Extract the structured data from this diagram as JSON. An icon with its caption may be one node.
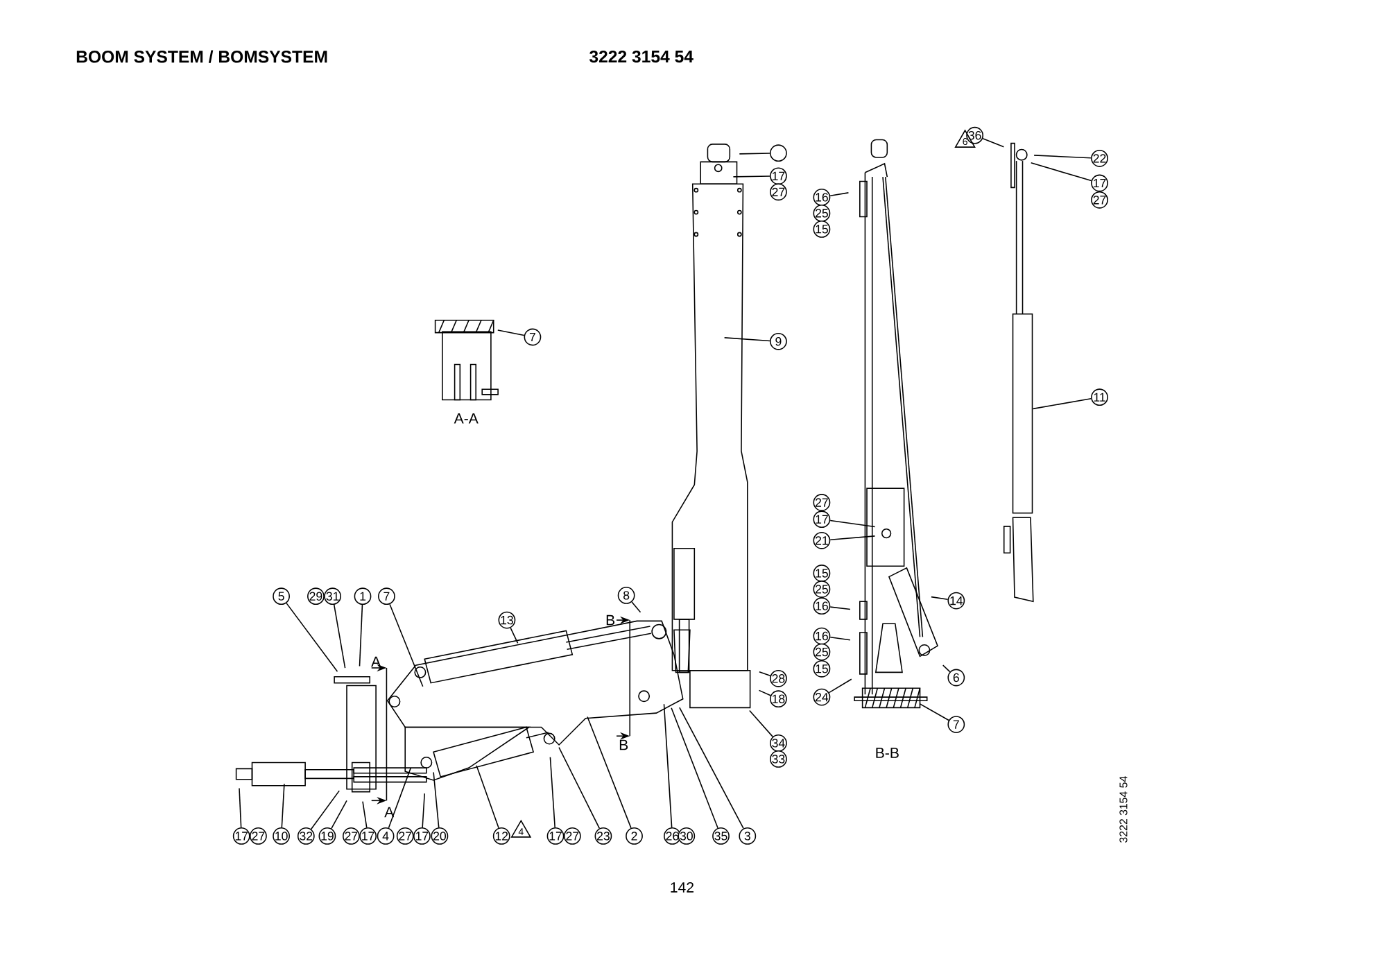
{
  "diagram": {
    "title": "BOOM SYSTEM / BOMSYSTEM",
    "nodes": [
      {
        "text": [
          "36"
        ]
      },
      {
        "text": [
          "6"
        ]
      },
      {
        "text": [],
        "shape": "circle"
      },
      {
        "text": [
          "22"
        ]
      },
      {
        "text": [
          "17"
        ]
      },
      {
        "text": [
          "17"
        ]
      },
      {
        "text": [
          "27"
        ]
      },
      {
        "text": [
          "16"
        ]
      },
      {
        "text": [
          "27"
        ]
      },
      {
        "text": [
          "25"
        ]
      },
      {
        "text": [
          "15"
        ]
      },
      {
        "text": [
          "7"
        ]
      },
      {
        "text": [
          "9"
        ]
      },
      {
        "text": [
          "11"
        ]
      },
      {
        "text": [
          "27"
        ]
      },
      {
        "text": [
          "17"
        ]
      },
      {
        "text": [
          "21"
        ]
      },
      {
        "text": [
          "15"
        ]
      },
      {
        "text": [
          "25"
        ]
      },
      {
        "text": [
          "5"
        ]
      },
      {
        "text": [
          "29"
        ]
      },
      {
        "text": [
          "31"
        ]
      },
      {
        "text": [
          "1"
        ]
      },
      {
        "text": [
          "7"
        ]
      },
      {
        "text": [
          "8"
        ]
      },
      {
        "text": [
          "14"
        ]
      },
      {
        "text": [
          "16"
        ]
      },
      {
        "text": [
          "13"
        ]
      },
      {
        "text": [
          "16"
        ]
      },
      {
        "text": [
          "25"
        ]
      },
      {
        "text": [
          "15"
        ]
      },
      {
        "text": [
          "6"
        ]
      },
      {
        "text": [
          "28"
        ]
      },
      {
        "text": [
          "24"
        ]
      },
      {
        "text": [
          "18"
        ]
      },
      {
        "text": [
          "7"
        ]
      },
      {
        "text": [
          "34"
        ]
      },
      {
        "text": [
          "33"
        ]
      },
      {
        "text": [
          "4"
        ]
      },
      {
        "text": [
          "17"
        ]
      },
      {
        "text": [
          "27"
        ]
      },
      {
        "text": [
          "10"
        ]
      },
      {
        "text": [
          "32"
        ]
      },
      {
        "text": [
          "19"
        ]
      },
      {
        "text": [
          "27"
        ]
      },
      {
        "text": [
          "17"
        ]
      },
      {
        "text": [
          "4"
        ]
      },
      {
        "text": [
          "27"
        ]
      },
      {
        "text": [
          "17"
        ]
      },
      {
        "text": [
          "20"
        ]
      },
      {
        "text": [
          "12"
        ]
      },
      {
        "text": [
          "17"
        ]
      },
      {
        "text": [
          "27"
        ]
      },
      {
        "text": [
          "23"
        ]
      },
      {
        "text": [
          "2"
        ]
      },
      {
        "text": [
          "26"
        ]
      },
      {
        "text": [
          "30"
        ]
      },
      {
        "text": [
          "35"
        ]
      },
      {
        "text": [
          "3"
        ]
      }
    ],
    "edges": [
      {
        "from": 0,
        "to": null,
        "arrow": "none"
      },
      {
        "from": 2,
        "to": null,
        "arrow": "none"
      },
      {
        "from": 3,
        "to": null,
        "arrow": "none"
      },
      {
        "from": 4,
        "to": null,
        "arrow": "none"
      },
      {
        "from": 5,
        "to": null,
        "arrow": "none"
      },
      {
        "from": 7,
        "to": null,
        "arrow": "none"
      },
      {
        "from": 11,
        "to": null,
        "arrow": "none"
      },
      {
        "from": 12,
        "to": null,
        "arrow": "none"
      },
      {
        "from": 13,
        "to": null,
        "arrow": "none"
      },
      {
        "from": 15,
        "to": null,
        "arrow": "none"
      },
      {
        "from": 16,
        "to": null,
        "arrow": "none"
      },
      {
        "from": 19,
        "to": null,
        "arrow": "none"
      },
      {
        "from": 21,
        "to": null,
        "arrow": "none"
      },
      {
        "from": 22,
        "to": null,
        "arrow": "none"
      },
      {
        "from": 23,
        "to": null,
        "arrow": "none"
      },
      {
        "from": 24,
        "to": null,
        "arrow": "none"
      },
      {
        "from": 25,
        "to": null,
        "arrow": "none"
      },
      {
        "from": 26,
        "to": null,
        "arrow": "none"
      },
      {
        "from": 27,
        "to": null,
        "arrow": "none"
      },
      {
        "from": 28,
        "to": null,
        "arrow": "none"
      },
      {
        "from": 31,
        "to": null,
        "arrow": "none"
      },
      {
        "from": 32,
        "to": null,
        "arrow": "none"
      },
      {
        "from": 33,
        "to": null,
        "arrow": "none"
      },
      {
        "from": 34,
        "to": null,
        "arrow": "none"
      },
      {
        "from": 35,
        "to": null,
        "arrow": "none"
      },
      {
        "from": 36,
        "to": null,
        "arrow": "none"
      },
      {
        "from": 39,
        "to": null,
        "arrow": "none"
      },
      {
        "from": 41,
        "to": null,
        "arrow": "none"
      },
      {
        "from": 42,
        "to": null,
        "arrow": "none"
      },
      {
        "from": 43,
        "to": null,
        "arrow": "none"
      },
      {
        "from": 45,
        "to": null,
        "arrow": "none"
      },
      {
        "from": 46,
        "to": null,
        "arrow": "none"
      },
      {
        "from": 48,
        "to": null,
        "arrow": "none"
      },
      {
        "from": 49,
        "to": null,
        "arrow": "none"
      },
      {
        "from": 50,
        "to": null,
        "arrow": "none"
      },
      {
        "from": 51,
        "to": null,
        "arrow": "none"
      },
      {
        "from": 53,
        "to": null,
        "arrow": "none"
      },
      {
        "from": 54,
        "to": null,
        "arrow": "none"
      },
      {
        "from": 55,
        "to": null,
        "arrow": "none"
      },
      {
        "from": 57,
        "to": null,
        "arrow": "none"
      },
      {
        "from": 58,
        "to": null,
        "arrow": "none"
      }
    ],
    "labels": [
      "3222 3154 54",
      "A-A",
      "B",
      "A",
      "B",
      "B-B",
      "A",
      "3222 3154 54",
      "142"
    ]
  }
}
